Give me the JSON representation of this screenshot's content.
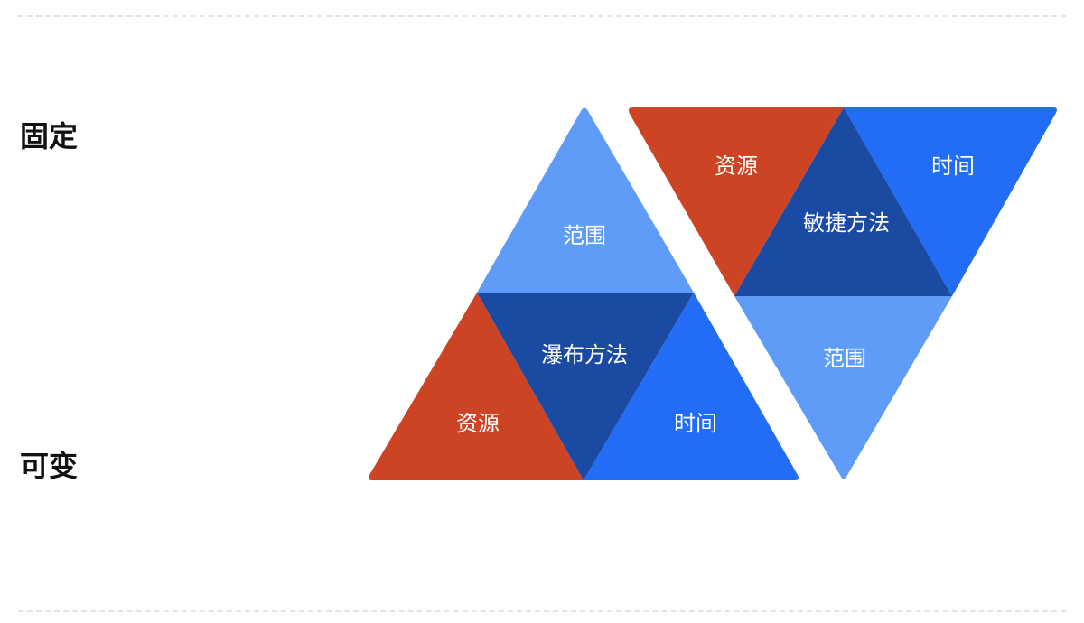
{
  "labels": {
    "fixed": "固定",
    "variable": "可变"
  },
  "colors": {
    "resources": "#cc4424",
    "time": "#226cf6",
    "scope": "#5e9cf7",
    "method": "#1b4aa3"
  },
  "waterfall": {
    "scope": "范围",
    "method": "瀑布方法",
    "resources": "资源",
    "time": "时间"
  },
  "agile": {
    "resources": "资源",
    "time": "时间",
    "method": "敏捷方法",
    "scope": "范围"
  }
}
